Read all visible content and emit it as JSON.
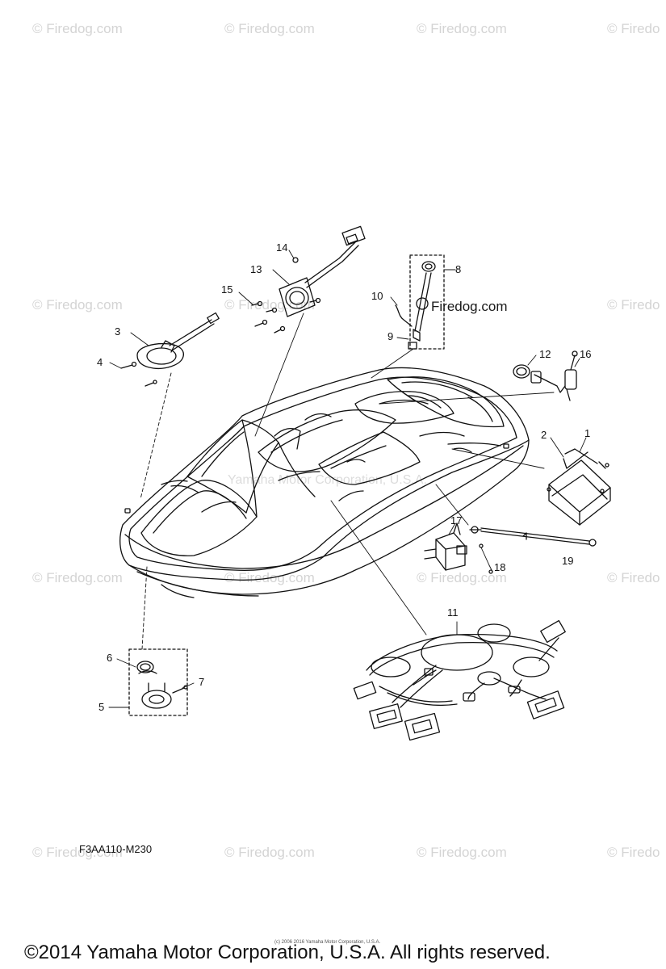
{
  "watermark": {
    "text": "© Firedog.com",
    "text_short": "© Firedo",
    "center_text": "Firedog.com"
  },
  "faint_overlay": "Yamaha Motor Corporation, U.S.A.",
  "callouts": [
    "1",
    "2",
    "3",
    "4",
    "5",
    "6",
    "7",
    "8",
    "9",
    "10",
    "11",
    "12",
    "13",
    "14",
    "15",
    "16",
    "17",
    "18",
    "19"
  ],
  "diagram_code": "F3AA110-M230",
  "tiny_copyright": "(c) 2006 2016 Yamaha Motor Corporation, U.S.A.",
  "copyright": "©2014 Yamaha Motor Corporation, U.S.A. All rights reserved.",
  "colors": {
    "line": "#111111",
    "watermark": "#d4d4d4"
  }
}
